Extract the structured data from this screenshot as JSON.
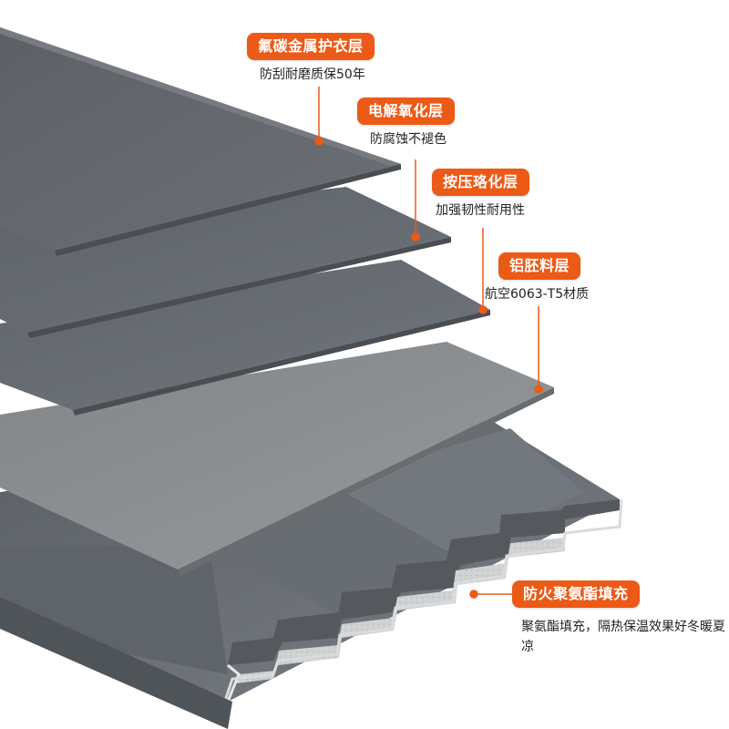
{
  "layers": [
    {
      "title": "氟碳金属护衣层",
      "desc": "防刮耐磨质保50年"
    },
    {
      "title": "电解氧化层",
      "desc": "防腐蚀不褪色"
    },
    {
      "title": "按压珞化层",
      "desc": "加强韧性耐用性"
    },
    {
      "title": "铝胚料层",
      "desc": "航空6063-T5材质"
    },
    {
      "title": "防火聚氨酯填充",
      "desc": "聚氨酯填充，隔热保温效果好冬暖夏凉"
    }
  ],
  "colors": {
    "accent": "#ec5a17",
    "panel": "#6e737a",
    "background": "#ffffff"
  }
}
